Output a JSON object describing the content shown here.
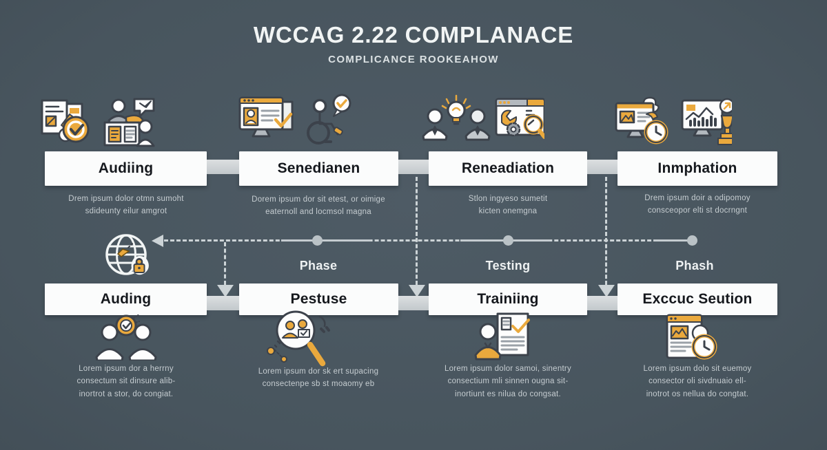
{
  "title": "WCCAG 2.22 COMPLANACE",
  "subtitle": "COMPLICANCE ROOKEAHOW",
  "colors": {
    "background": "#48555e",
    "card": "#fbfcfc",
    "accent_gold": "#eaa93d",
    "connector_gray": "#c9ced1",
    "dashed_line": "#ccd3d6",
    "heading_text": "#f1f4f4",
    "card_text": "#15181d",
    "muted_text": "#c6cdd1"
  },
  "top_row": [
    {
      "label": "Audiing",
      "description": "Drem ipsum dolor otmn sumoht\nsdideunty eilur amgrot",
      "icons": [
        "documents-audit-check-icon",
        "person-desk-chat-icon"
      ]
    },
    {
      "label": "Senedianen",
      "description": "Dorem ipsum dor sit etest, or oimige\neaternoll and locmsol magna",
      "icons": [
        "monitor-profile-check-icon",
        "wheelchair-accessibility-chat-icon"
      ]
    },
    {
      "label": "Reneadiation",
      "description": "Stlon ingyeso sumetit\nkicten onemgna",
      "icons": [
        "team-lightbulb-idea-icon",
        "browser-tools-magnifier-icon"
      ]
    },
    {
      "label": "Inmphation",
      "description": "Drem ipsum doir a odipomoy\nconsceopor elti st docrngnt",
      "icons": [
        "monitor-image-clock-icon",
        "analytics-chart-trophy-icon"
      ]
    }
  ],
  "timeline": {
    "milestones": [
      "Phase",
      "Testing",
      "Phash"
    ],
    "left_icon": "globe-security-lock-icon"
  },
  "bottom_row": [
    {
      "label": "Auding",
      "description": "Lorem ipsum dor a herrny\nconsectum sit dinsure alib-\ninortrot a stor, do congiat.",
      "icons": [
        "team-verified-badge-icon"
      ]
    },
    {
      "label": "Pestuse",
      "description": "Lorem ipsum dor sk ert supacing\nconsectenpe sb st moaomy eb",
      "icons": [
        "magnifier-user-research-icon"
      ]
    },
    {
      "label": "Trainiing",
      "description": "Lorem ipsum dolor samoi, sinentry\nconsectium mli sinnen ougna sit-\ninortiunt es nilua do congsat.",
      "icons": [
        "person-checklist-icon"
      ]
    },
    {
      "label": "Exccuc Seution",
      "description": "Lorem ipsum dolo sit euemoy\nconsector oli sivdnuaio ell-\ninotrot os nellua do congtat.",
      "icons": [
        "webpage-deadline-clock-icon"
      ]
    }
  ]
}
